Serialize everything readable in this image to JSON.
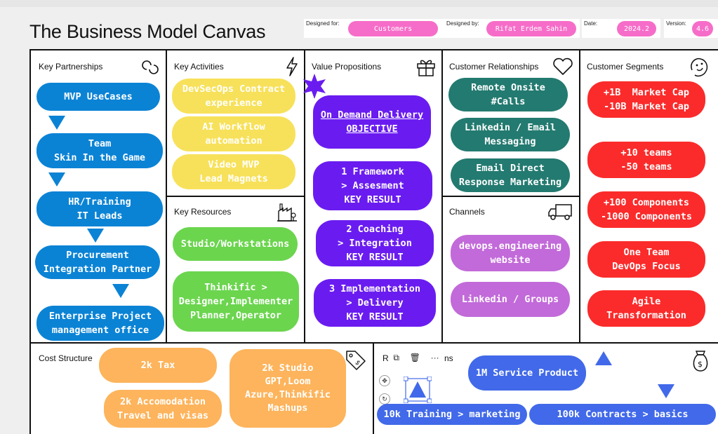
{
  "title": "The Business Model Canvas",
  "meta": {
    "designed_for_label": "Designed for:",
    "designed_for_value": "Customers",
    "designed_by_label": "Designed by:",
    "designed_by_value": "Rifat Erdem Sahin",
    "date_label": "Date:",
    "date_value": "2024.2",
    "version_label": "Version:",
    "version_value": "4.6"
  },
  "sections": {
    "key_partnerships": "Key Partnerships",
    "key_activities": "Key Activities",
    "key_resources": "Key Resources",
    "value_propositions": "Value Propositions",
    "customer_relationships": "Customer Relationships",
    "channels": "Channels",
    "customer_segments": "Customer Segments",
    "cost_structure": "Cost Structure",
    "revenue_streams_partial": "R",
    "revenue_streams_tail": "ns"
  },
  "key_partnerships": [
    "MVP UseCases",
    "Team\nSkin In the Game",
    "HR/Training\nIT Leads",
    "Procurement\nIntegration Partner",
    "Enterprise Project\nmanagement office"
  ],
  "key_activities": [
    "DevSecOps Contract\nexperience",
    "AI Workflow\nautomation",
    "Video MVP\nLead Magnets"
  ],
  "key_resources": [
    "Studio/Workstations",
    "Thinkific >\nDesigner,Implementer\nPlanner,Operator"
  ],
  "value_propositions": {
    "objective_line1": "On Demand Delivery",
    "objective_line2": "OBJECTIVE",
    "kr1": "1 Framework\n> Assesment\nKEY RESULT",
    "kr2": "2 Coaching\n> Integration\nKEY RESULT",
    "kr3": "3 Implementation\n> Delivery\nKEY RESULT"
  },
  "customer_relationships": [
    "Remote Onsite\n#Calls",
    "Linkedin / Email\nMessaging",
    "Email Direct\nResponse Marketing"
  ],
  "channels": [
    "devops.engineering\nwebsite",
    "Linkedin / Groups"
  ],
  "customer_segments": [
    "+1B  Market Cap\n-10B Market Cap",
    "+10 teams\n-50 teams",
    "+100 Components\n-1000 Components",
    "One Team\nDevOps Focus",
    "Agile\nTransformation"
  ],
  "cost_structure": [
    "2k Tax",
    "2k Accomodation\nTravel and visas",
    "2k Studio\nGPT,Loom\nAzure,Thinkific\nMashups"
  ],
  "revenue_streams": [
    "1M Service Product",
    "10k Training > marketing",
    "100k Contracts > basics"
  ],
  "toolbar": {
    "copy": "⧉",
    "delete": "🗑",
    "more": "···"
  },
  "colors": {
    "blue": "#0b83d5",
    "yellow": "#f7e15a",
    "green": "#6bd54e",
    "purple": "#6a1cf0",
    "teal": "#237a70",
    "violet": "#c26ad9",
    "red": "#fb2b2b",
    "orange": "#fdb45c",
    "pink": "#f66dc9"
  }
}
